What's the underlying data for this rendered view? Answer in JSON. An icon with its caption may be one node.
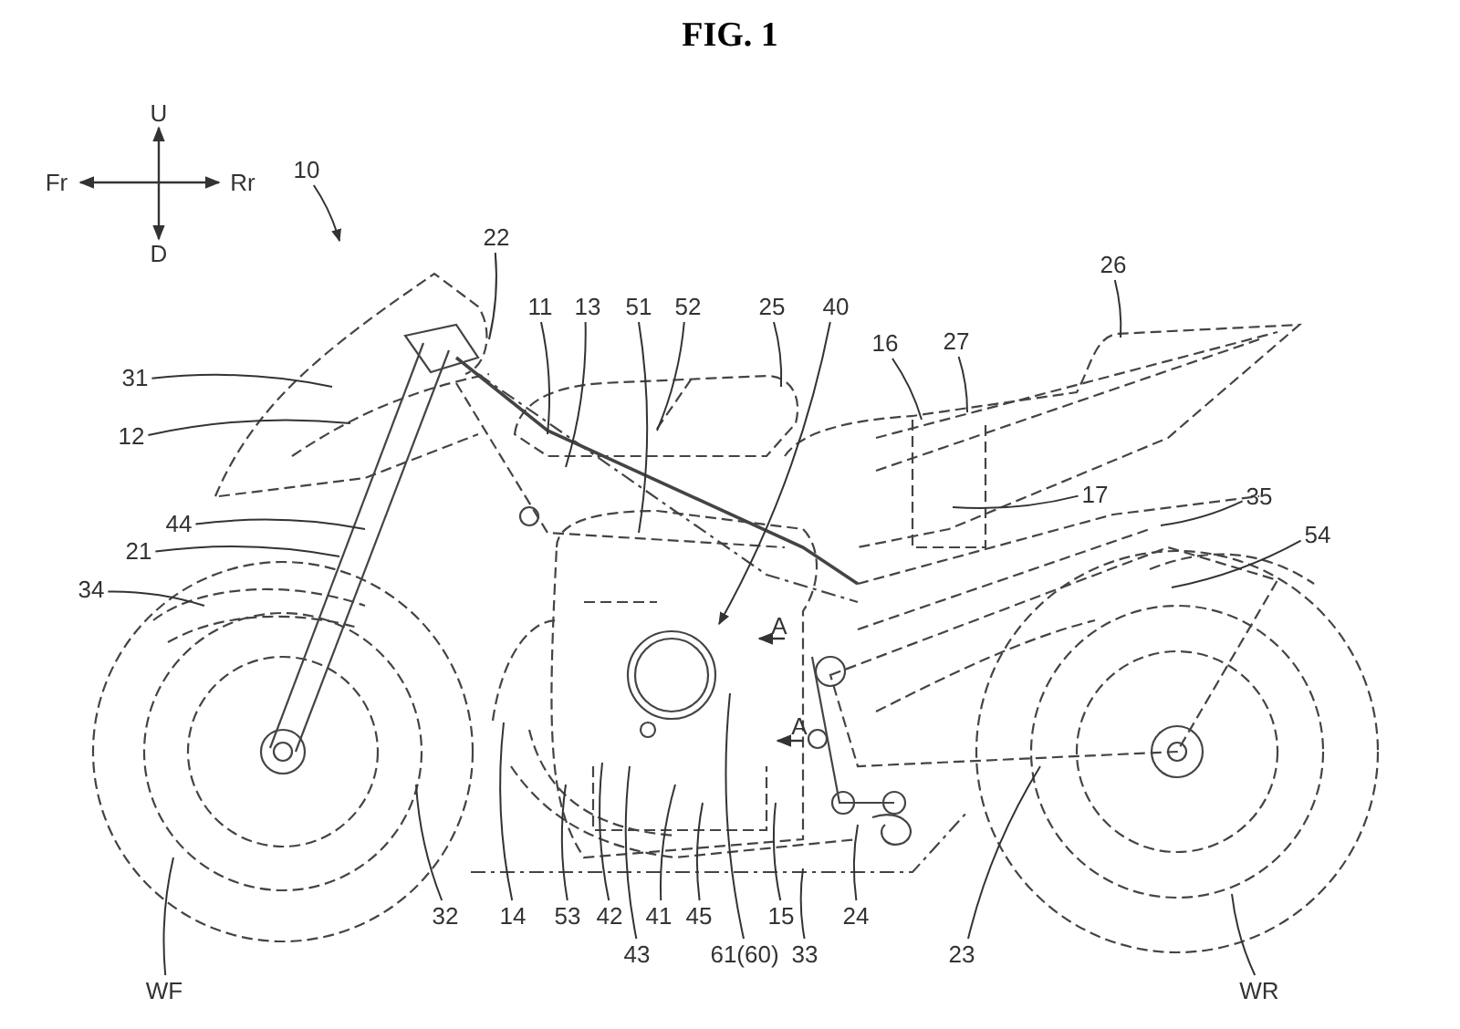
{
  "diagram": {
    "title": "FIG. 1",
    "nodes": [
      {
        "text": [
          "10"
        ]
      },
      {
        "text": [
          "26"
        ]
      },
      {
        "text": [
          "22"
        ]
      },
      {
        "text": [
          "11"
        ]
      },
      {
        "text": [
          "13"
        ]
      },
      {
        "text": [
          "51"
        ]
      },
      {
        "text": [
          "52"
        ]
      },
      {
        "text": [
          "25"
        ]
      },
      {
        "text": [
          "40"
        ]
      },
      {
        "text": [
          "16"
        ]
      },
      {
        "text": [
          "27"
        ]
      },
      {
        "text": [
          "31"
        ]
      },
      {
        "text": [
          "12"
        ]
      },
      {
        "text": [
          "17"
        ]
      },
      {
        "text": [
          "35"
        ]
      },
      {
        "text": [
          "44"
        ]
      },
      {
        "text": [
          "54"
        ]
      },
      {
        "text": [
          "21"
        ]
      },
      {
        "text": [
          "34"
        ]
      },
      {
        "text": [
          "32"
        ]
      },
      {
        "text": [
          "14"
        ]
      },
      {
        "text": [
          "53"
        ]
      },
      {
        "text": [
          "42"
        ]
      },
      {
        "text": [
          "41"
        ]
      },
      {
        "text": [
          "45"
        ]
      },
      {
        "text": [
          "15"
        ]
      },
      {
        "text": [
          "24"
        ]
      },
      {
        "text": [
          "43"
        ]
      },
      {
        "text": [
          "61(60)"
        ]
      },
      {
        "text": [
          "33"
        ]
      },
      {
        "text": [
          "23"
        ]
      },
      {
        "text": [
          "WF"
        ]
      },
      {
        "text": [
          "WR"
        ]
      }
    ],
    "edges": [
      {
        "from": 0,
        "to": null,
        "arrow": "to"
      },
      {
        "from": 1,
        "to": null,
        "arrow": "none"
      },
      {
        "from": 2,
        "to": null,
        "arrow": "none"
      },
      {
        "from": 3,
        "to": null,
        "arrow": "none"
      },
      {
        "from": 4,
        "to": null,
        "arrow": "none"
      },
      {
        "from": 5,
        "to": null,
        "arrow": "none"
      },
      {
        "from": 6,
        "to": null,
        "arrow": "none"
      },
      {
        "from": 7,
        "to": null,
        "arrow": "none"
      },
      {
        "from": 8,
        "to": null,
        "arrow": "to"
      },
      {
        "from": 9,
        "to": null,
        "arrow": "none"
      },
      {
        "from": 10,
        "to": null,
        "arrow": "none"
      },
      {
        "from": 11,
        "to": null,
        "arrow": "none"
      },
      {
        "from": 12,
        "to": null,
        "arrow": "none"
      },
      {
        "from": 13,
        "to": null,
        "arrow": "none"
      },
      {
        "from": 14,
        "to": null,
        "arrow": "none"
      },
      {
        "from": 15,
        "to": null,
        "arrow": "none"
      },
      {
        "from": 16,
        "to": null,
        "arrow": "none"
      },
      {
        "from": 17,
        "to": null,
        "arrow": "none"
      },
      {
        "from": 18,
        "to": null,
        "arrow": "none"
      },
      {
        "from": 19,
        "to": null,
        "arrow": "none"
      },
      {
        "from": 20,
        "to": null,
        "arrow": "none"
      },
      {
        "from": 21,
        "to": null,
        "arrow": "none"
      },
      {
        "from": 22,
        "to": null,
        "arrow": "none"
      },
      {
        "from": 23,
        "to": null,
        "arrow": "none"
      },
      {
        "from": 24,
        "to": null,
        "arrow": "none"
      },
      {
        "from": 25,
        "to": null,
        "arrow": "none"
      },
      {
        "from": 26,
        "to": null,
        "arrow": "none"
      },
      {
        "from": 27,
        "to": null,
        "arrow": "none"
      },
      {
        "from": 28,
        "to": null,
        "arrow": "none"
      },
      {
        "from": 29,
        "to": null,
        "arrow": "none"
      },
      {
        "from": 30,
        "to": null,
        "arrow": "none"
      },
      {
        "from": 31,
        "to": null,
        "arrow": "none"
      },
      {
        "from": 32,
        "to": null,
        "arrow": "none"
      }
    ],
    "labels": [
      "U",
      "Fr",
      "Rr",
      "D",
      "A",
      "A"
    ]
  }
}
